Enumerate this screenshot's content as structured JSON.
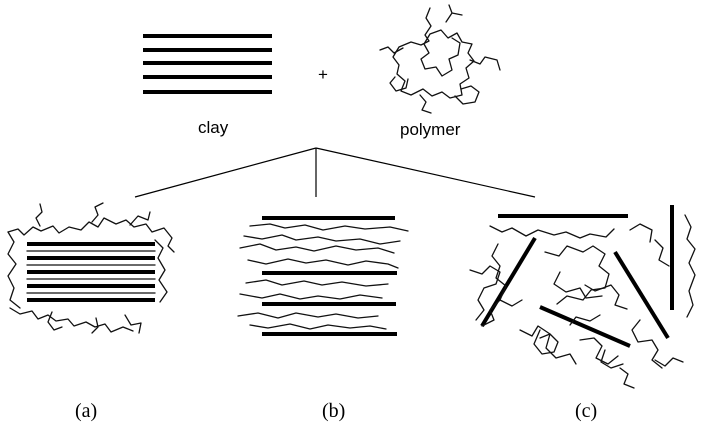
{
  "labels": {
    "plus": "+",
    "clay": "clay",
    "polymer": "polymer",
    "a": "(a)",
    "b": "(b)",
    "c": "(c)"
  },
  "colors": {
    "background": "#ffffff",
    "ink": "#000000"
  }
}
